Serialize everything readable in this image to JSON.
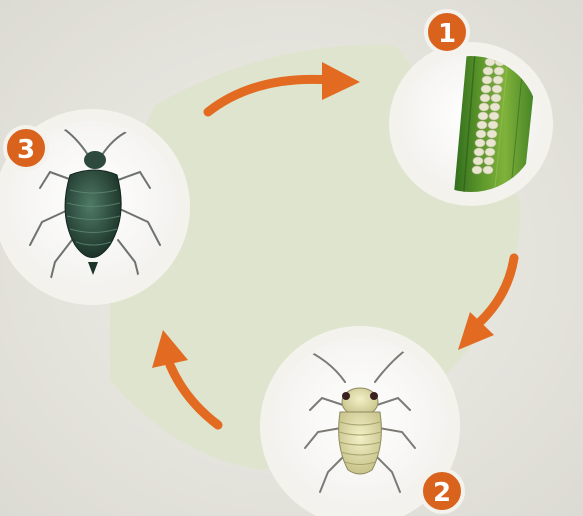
{
  "colors": {
    "background": "#e9e8e2",
    "cycle_band": "#dfe4ce",
    "circle_ring": "#f3f2ec",
    "arrow": "#e26a21",
    "badge": "#d9621d",
    "badge_text": "#ffffff"
  },
  "stages": [
    {
      "number": "1",
      "icon": "aphid-eggs-on-leaf-icon"
    },
    {
      "number": "2",
      "icon": "aphid-nymph-icon"
    },
    {
      "number": "3",
      "icon": "adult-aphid-icon"
    }
  ],
  "arrows": [
    {
      "from": "3",
      "to": "1"
    },
    {
      "from": "1",
      "to": "2"
    },
    {
      "from": "2",
      "to": "3"
    }
  ]
}
